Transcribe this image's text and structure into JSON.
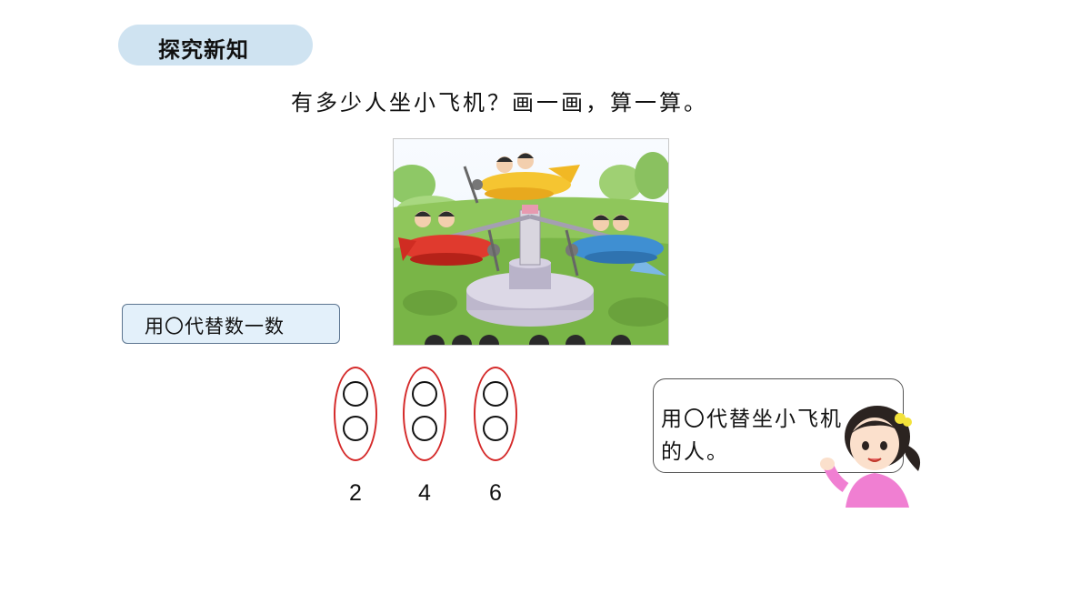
{
  "section_tag": "探究新知",
  "question": "有多少人坐小飞机？画一画，算一算。",
  "method_label": "用〇代替数一数",
  "groups": [
    {
      "circles": 2,
      "count": "2"
    },
    {
      "circles": 2,
      "count": "4"
    },
    {
      "circles": 2,
      "count": "6"
    }
  ],
  "speech": {
    "line1": "用〇代替坐小飞机",
    "line2": "的人。"
  },
  "colors": {
    "tag_bg": "#cfe3f1",
    "method_bg": "#e3f0fa",
    "oval_red": "#d52b2b"
  }
}
